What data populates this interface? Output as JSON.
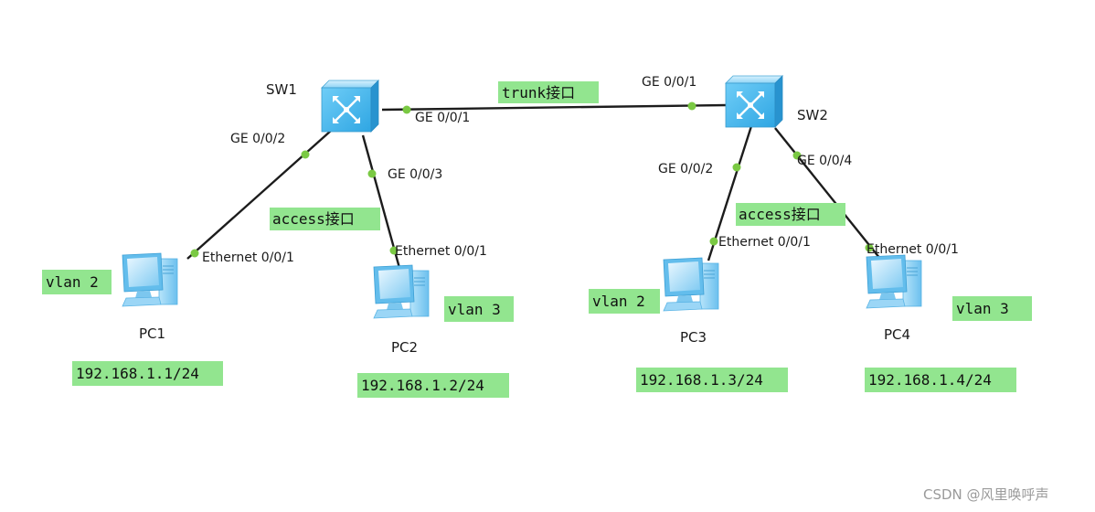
{
  "devices": {
    "sw1": "SW1",
    "sw2": "SW2",
    "pc1": "PC1",
    "pc2": "PC2",
    "pc3": "PC3",
    "pc4": "PC4"
  },
  "ports": {
    "sw1_ge001": "GE 0/0/1",
    "sw1_ge002": "GE 0/0/2",
    "sw1_ge003": "GE 0/0/3",
    "sw2_ge001": "GE 0/0/1",
    "sw2_ge002": "GE 0/0/2",
    "sw2_ge004": "GE 0/0/4",
    "pc1_eth": "Ethernet 0/0/1",
    "pc2_eth": "Ethernet 0/0/1",
    "pc3_eth": "Ethernet 0/0/1",
    "pc4_eth": "Ethernet 0/0/1"
  },
  "tags": {
    "trunk": "trunk接口",
    "access_left": "access接口",
    "access_right": "access接口",
    "pc1_vlan": "vlan 2",
    "pc2_vlan": "vlan 3",
    "pc3_vlan": "vlan 2",
    "pc4_vlan": "vlan 3",
    "pc1_ip": "192.168.1.1/24",
    "pc2_ip": "192.168.1.2/24",
    "pc3_ip": "192.168.1.3/24",
    "pc4_ip": "192.168.1.4/24"
  },
  "watermark": "CSDN @风里唤呼声",
  "colors": {
    "tag_fill": "#92e58f",
    "link": "#1c1c1c",
    "port_dot": "#7ac943",
    "switch_body": "#5cc2f2",
    "pc_body": "#8fd2f5"
  },
  "icons": {
    "switch": "switch-icon",
    "pc": "pc-icon"
  }
}
